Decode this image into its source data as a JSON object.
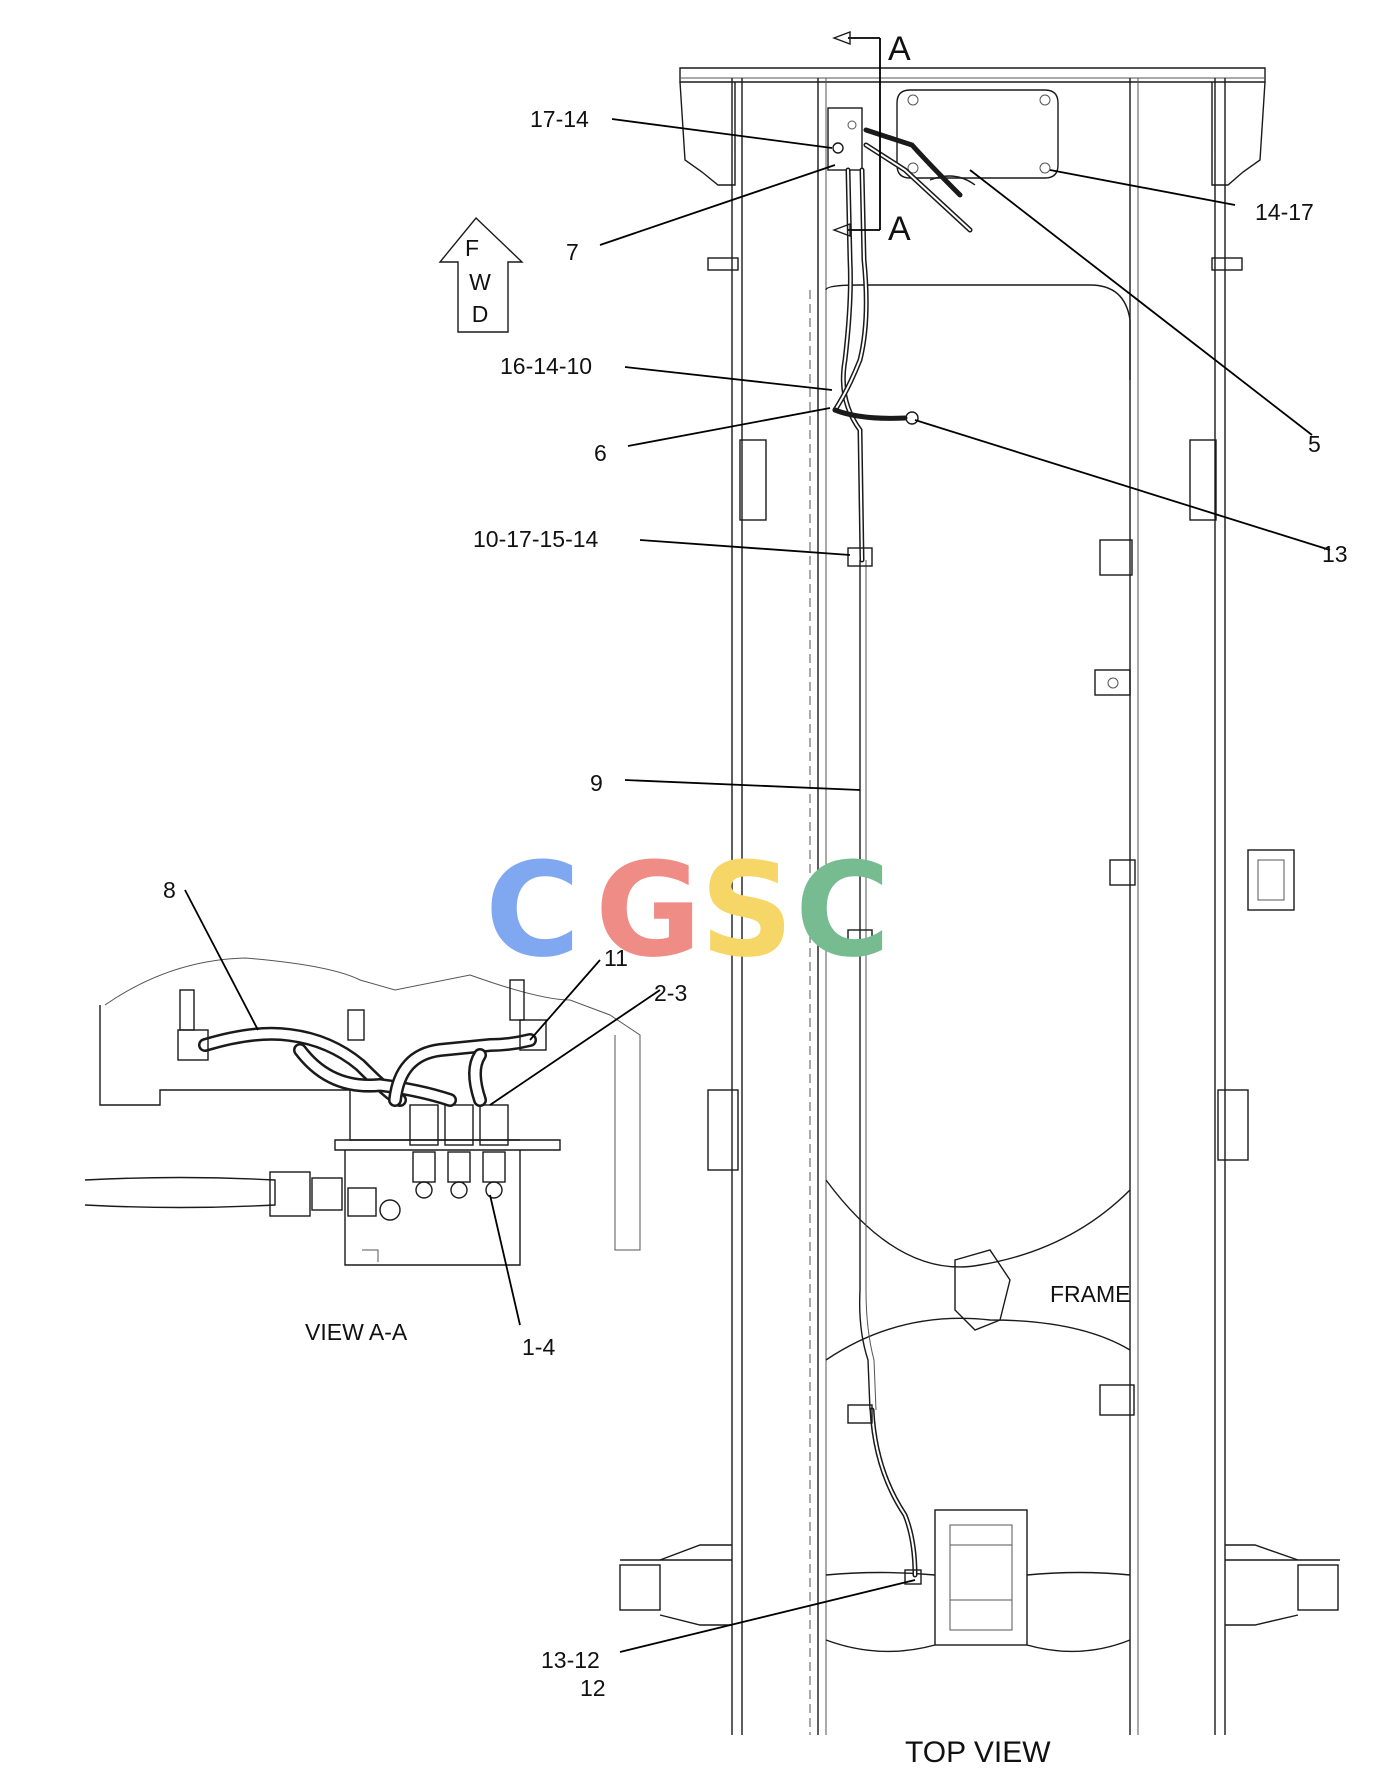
{
  "callouts": {
    "c17_14": "17-14",
    "c7": "7",
    "c14_17": "14-17",
    "c16_14_10": "16-14-10",
    "c6": "6",
    "c5": "5",
    "c10_17_15_14": "10-17-15-14",
    "c13": "13",
    "c9": "9",
    "c8": "8",
    "c11": "11",
    "c2_3": "2-3",
    "c1_4": "1-4",
    "c13_12": "13-12",
    "c12": "12"
  },
  "section": {
    "mark": "A"
  },
  "fwd": {
    "l1": "F",
    "l2": "W",
    "l3": "D"
  },
  "labels": {
    "frame": "FRAME",
    "view_aa": "VIEW A-A",
    "top_view": "TOP VIEW"
  },
  "watermark": {
    "letters": [
      "C",
      "G",
      "S",
      "C"
    ],
    "colors": [
      "#7fa8f0",
      "#f08c86",
      "#f5d667",
      "#77bb91"
    ]
  }
}
